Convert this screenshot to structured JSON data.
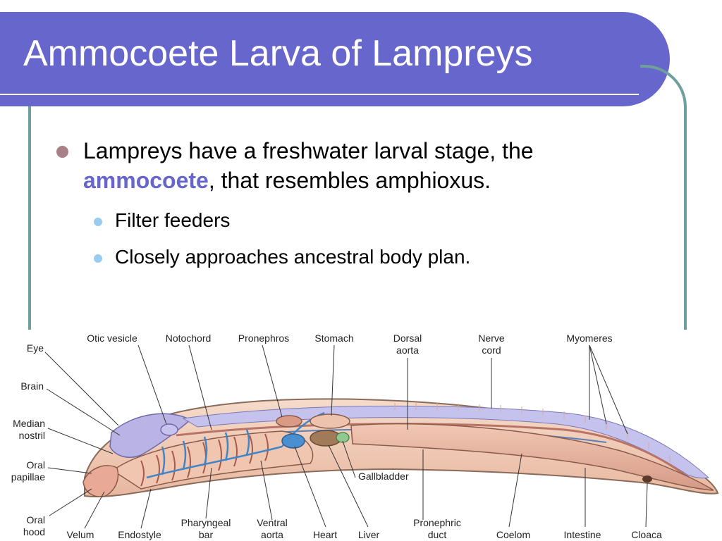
{
  "slide": {
    "title": "Ammocoete Larva of Lampreys",
    "bullet1_before": "Lampreys have a freshwater larval stage, the ",
    "bullet1_highlight": "ammocoete",
    "bullet1_after": ", that resembles amphioxus.",
    "subbullets": [
      "Filter feeders",
      "Closely approaches ancestral body plan."
    ]
  },
  "colors": {
    "title_bar": "#6666cc",
    "highlight": "#6666cc",
    "frame": "#6f9f9c",
    "bullet1": "#a97f88",
    "bullet2": "#99ccee"
  },
  "diagram": {
    "labels": {
      "eye": "Eye",
      "brain": "Brain",
      "median_nostril": "Median\nnostril",
      "oral_papillae": "Oral\npapillae",
      "oral_hood": "Oral\nhood",
      "velum": "Velum",
      "endostyle": "Endostyle",
      "pharyngeal_bar": "Pharyngeal\nbar",
      "ventral_aorta": "Ventral\naorta",
      "heart": "Heart",
      "liver": "Liver",
      "pronephric_duct": "Pronephric\nduct",
      "coelom": "Coelom",
      "intestine": "Intestine",
      "cloaca": "Cloaca",
      "otic_vesicle": "Otic vesicle",
      "notochord": "Notochord",
      "pronephros": "Pronephros",
      "stomach": "Stomach",
      "dorsal_aorta": "Dorsal\naorta",
      "nerve_cord": "Nerve\ncord",
      "myomeres": "Myomeres",
      "gallbladder": "Gallbladder"
    }
  }
}
